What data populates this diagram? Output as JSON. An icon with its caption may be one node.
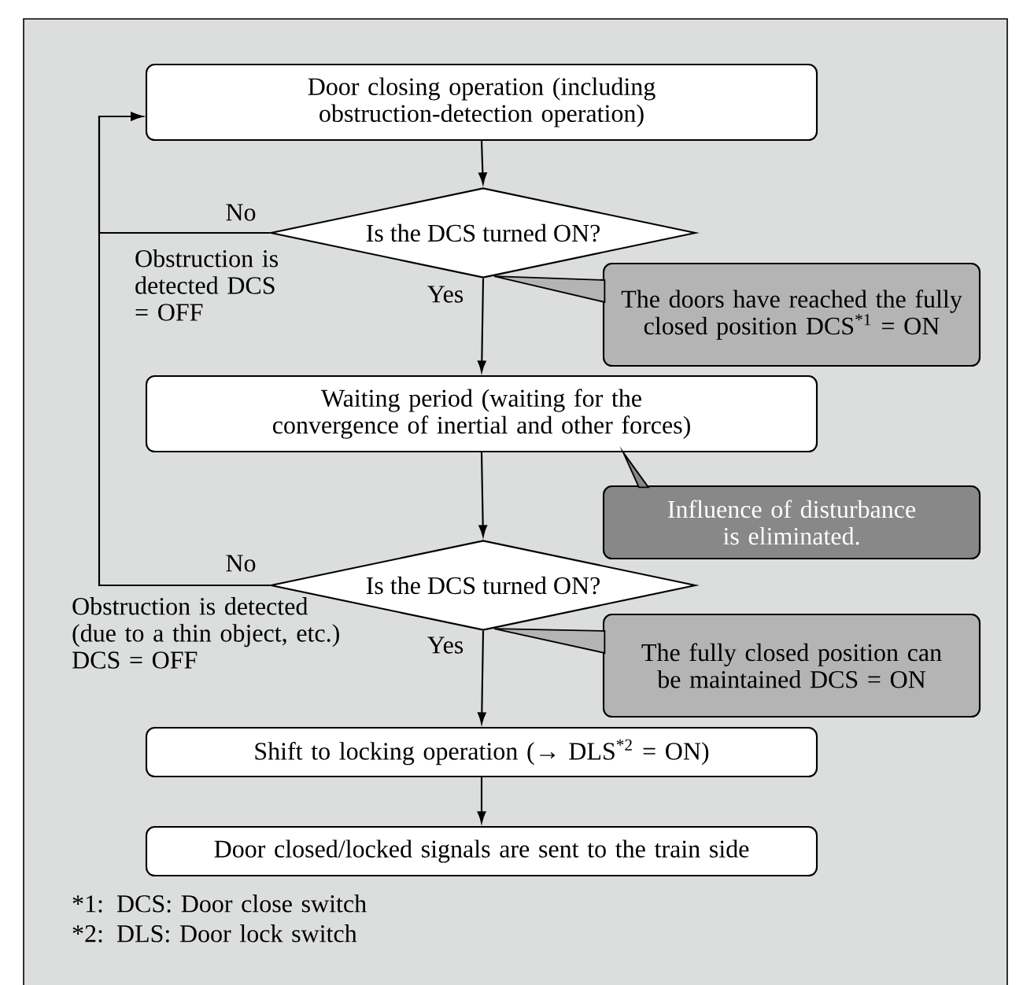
{
  "diagram": {
    "nodes": [
      {
        "text": [
          "Door closing operation (including obstruction-detection operation)"
        ]
      },
      {
        "text": [
          "Is the DCS turned ON?"
        ]
      },
      {
        "text": [
          "The doors have reached the fully closed position DCS$^{*1}$ = ON"
        ]
      },
      {
        "text": [
          "Waiting period (waiting for the convergence of inertial and other forces)"
        ]
      },
      {
        "text": [
          "Influence of disturbance is eliminated."
        ]
      },
      {
        "text": [
          "Is the DCS turned ON?"
        ]
      },
      {
        "text": [
          "The fully closed position can be maintained DCS = ON"
        ]
      },
      {
        "text": [
          "Shift to locking operation (→ DLS$^{*2}$ = ON)"
        ]
      },
      {
        "text": [
          "Door closed/locked signals are sent to the train side"
        ]
      }
    ],
    "edges": [
      {
        "from": 0,
        "to": 1,
        "arrow": "to"
      },
      {
        "from": 1,
        "to": 0,
        "arrow": "to",
        "label": "No"
      },
      {
        "from": 1,
        "to": 3,
        "arrow": "to",
        "label": "Yes"
      },
      {
        "from": 2,
        "to": 1,
        "arrow": "none"
      },
      {
        "from": 3,
        "to": 5,
        "arrow": "to"
      },
      {
        "from": 4,
        "to": 3,
        "arrow": "none"
      },
      {
        "from": 5,
        "to": 0,
        "arrow": "to",
        "label": "No"
      },
      {
        "from": 5,
        "to": 7,
        "arrow": "to",
        "label": "Yes"
      },
      {
        "from": 6,
        "to": 5,
        "arrow": "none"
      },
      {
        "from": 7,
        "to": 8,
        "arrow": "to"
      }
    ],
    "labels": [
      "Obstruction is detected DCS = OFF",
      "Obstruction is detected (due to a thin object, etc.) DCS = OFF",
      "*1: DCS: Door close switch",
      "*2: DLS: Door lock switch"
    ]
  }
}
